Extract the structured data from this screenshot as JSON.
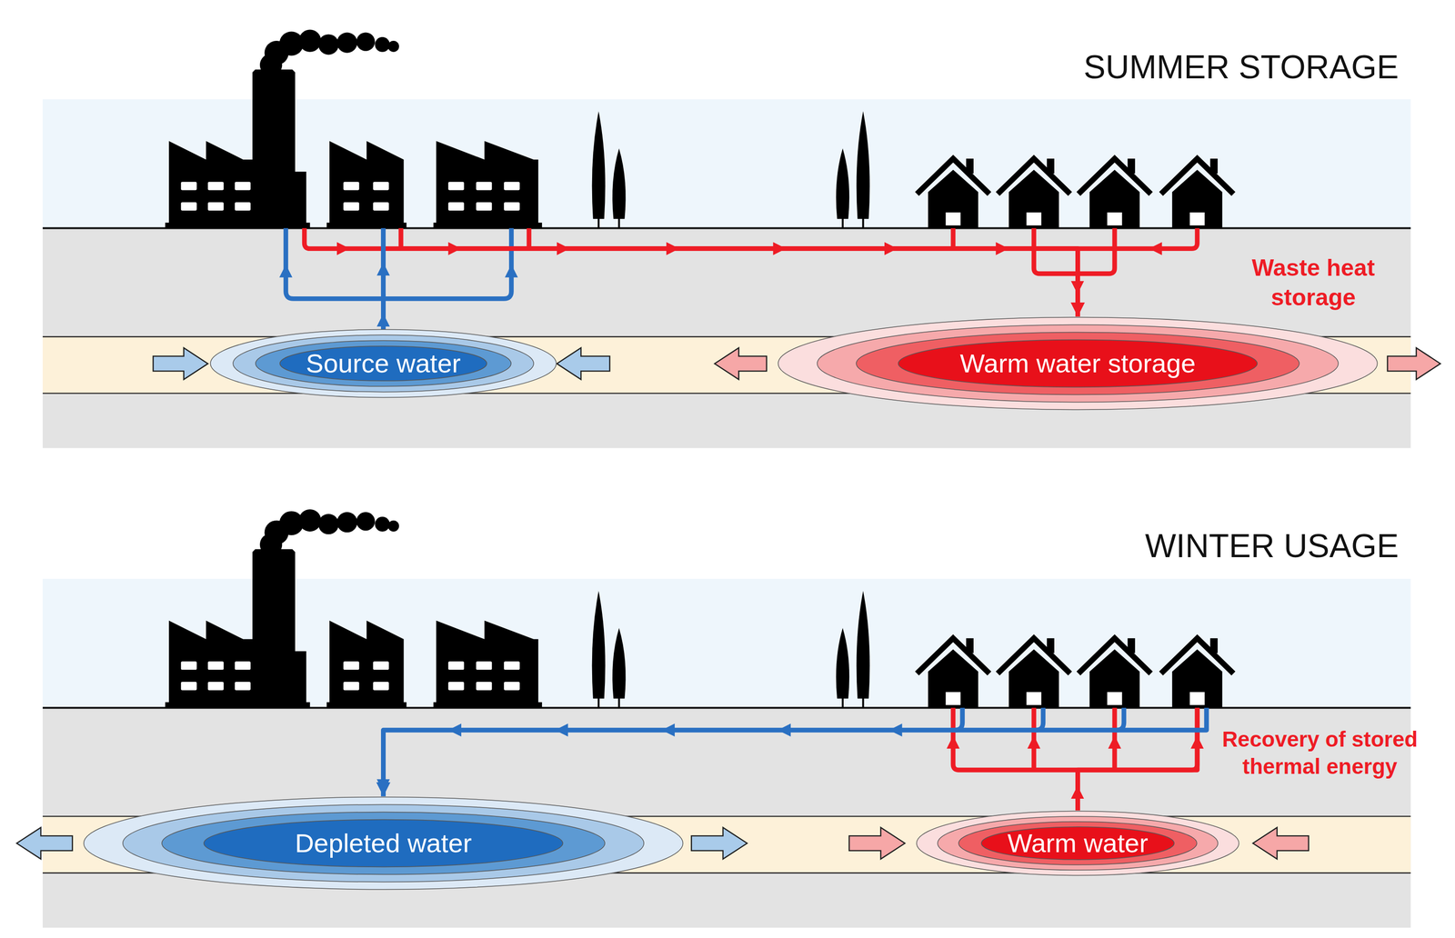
{
  "diagram": {
    "nodes": [
      {
        "text": [
          "SUMMER STORAGE"
        ]
      },
      {
        "text": [
          "Source water"
        ],
        "in": 0
      },
      {
        "text": [
          "Warm water storage"
        ],
        "in": 0
      },
      {
        "text": [
          "WINTER USAGE"
        ]
      },
      {
        "text": [
          "Depleted water"
        ],
        "in": 3
      },
      {
        "text": [
          "Warm water"
        ],
        "in": 3
      }
    ],
    "edges": [
      {
        "from": 1,
        "to": 2,
        "arrow": "to"
      },
      {
        "from": 5,
        "to": 4,
        "arrow": "to"
      }
    ],
    "labels": [
      "Waste heat storage",
      "Recovery of stored thermal energy"
    ]
  }
}
